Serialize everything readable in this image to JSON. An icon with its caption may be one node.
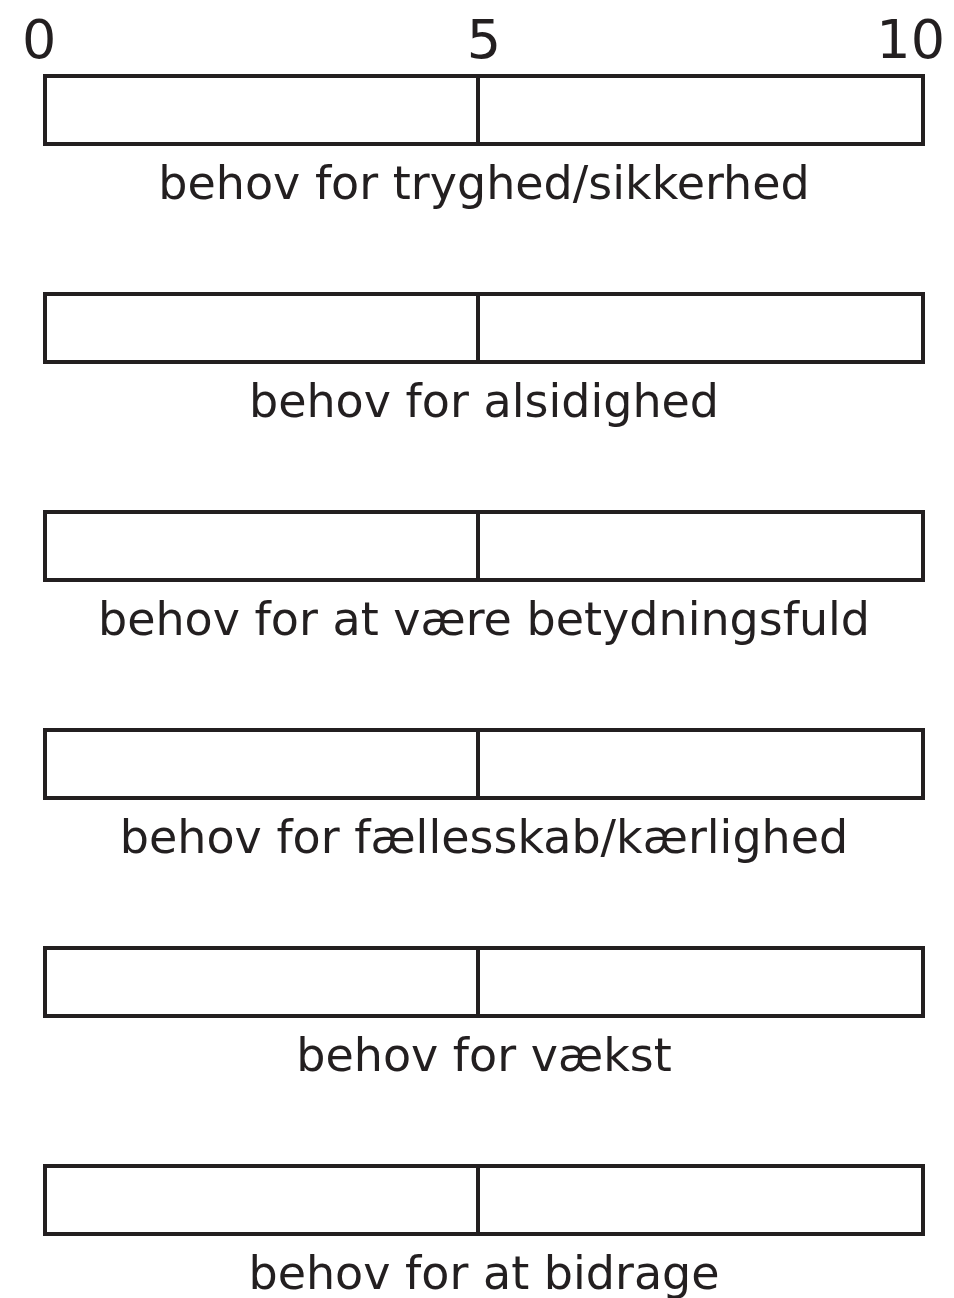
{
  "diagram": {
    "nodes": [
      {
        "text": [
          "behov for tryghed/sikkerhed"
        ]
      },
      {
        "text": [
          "behov for alsidighed"
        ]
      },
      {
        "text": [
          "behov for at være betydningsfuld"
        ]
      },
      {
        "text": [
          "behov for fællesskab/kærlighed"
        ]
      },
      {
        "text": [
          "behov for vækst"
        ]
      },
      {
        "text": [
          "behov for at bidrage"
        ]
      }
    ],
    "labels": [
      "0",
      "5",
      "10"
    ]
  }
}
